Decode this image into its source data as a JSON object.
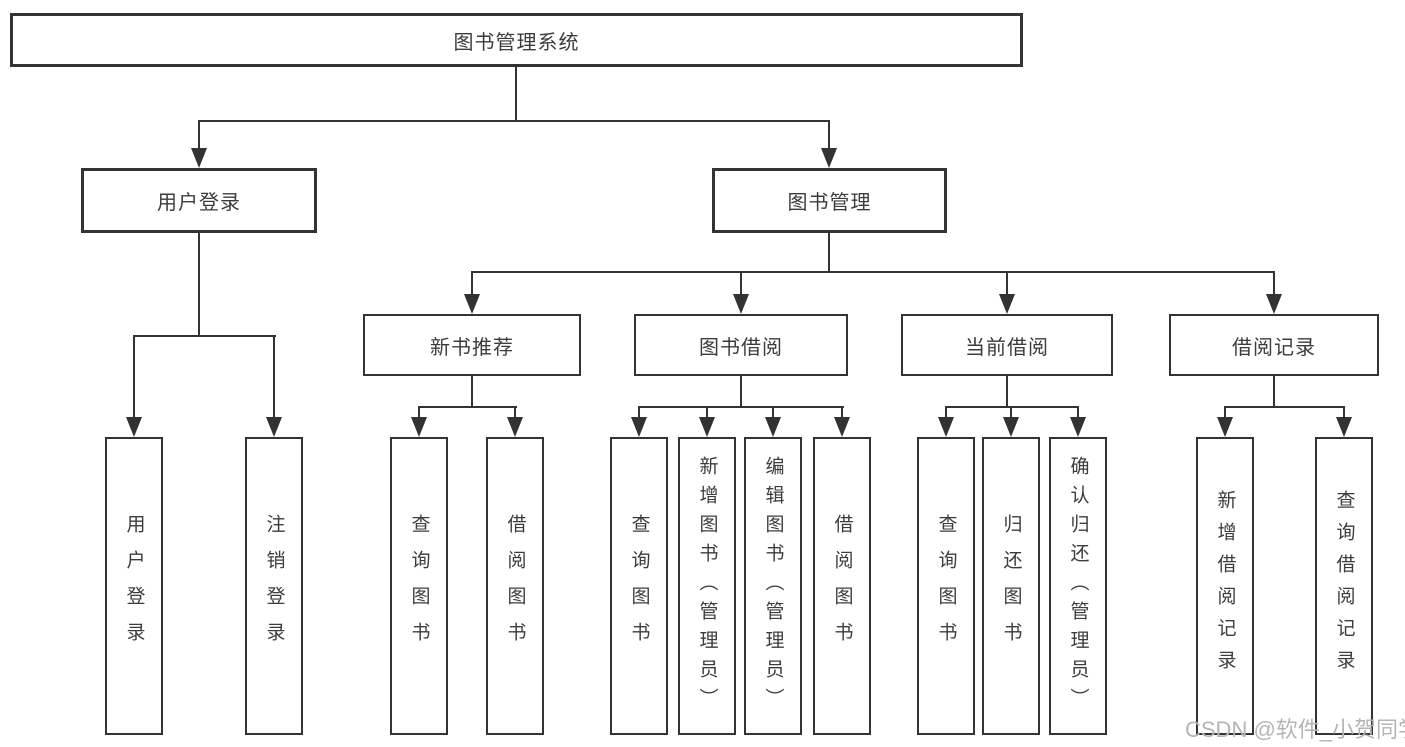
{
  "tree": {
    "root": "图书管理系统",
    "level2": [
      {
        "label": "用户登录",
        "leaves": [
          "用户登录",
          "注销登录"
        ]
      },
      {
        "label": "图书管理",
        "groups": [
          {
            "label": "新书推荐",
            "leaves": [
              "查询图书",
              "借阅图书"
            ]
          },
          {
            "label": "图书借阅",
            "leaves": [
              "查询图书",
              "新增图书（管理员）",
              "编辑图书（管理员）",
              "借阅图书"
            ]
          },
          {
            "label": "当前借阅",
            "leaves": [
              "查询图书",
              "归还图书",
              "确认归还（管理员）"
            ]
          },
          {
            "label": "借阅记录",
            "leaves": [
              "新增借阅记录",
              "查询借阅记录"
            ]
          }
        ]
      }
    ]
  },
  "watermark": {
    "text": "CSDN @软件_小贺同学"
  },
  "colors": {
    "line": "#333333",
    "text": "#3c3c3c",
    "box_background": "#ffffff",
    "watermark": "#b5b5b5",
    "page_background": "#ffffff"
  }
}
